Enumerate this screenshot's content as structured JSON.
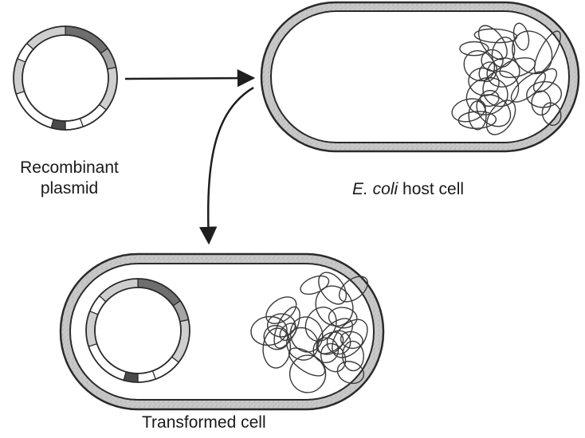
{
  "labels": {
    "plasmid_line1": "Recombinant",
    "plasmid_line2": "plasmid",
    "host_italic": "E. coli",
    "host_rest": " host cell",
    "transformed": "Transformed cell"
  },
  "colors": {
    "outline": "#2a2a2a",
    "cell_wall_fill": "#c9c9c9",
    "cytoplasm": "#ffffff",
    "plasmid_light": "#cfcfcf",
    "plasmid_mid": "#a5a5a5",
    "plasmid_dark": "#6e6e6e",
    "plasmid_darkest": "#4a4a4a",
    "chromosome": "#3a3a3a"
  }
}
